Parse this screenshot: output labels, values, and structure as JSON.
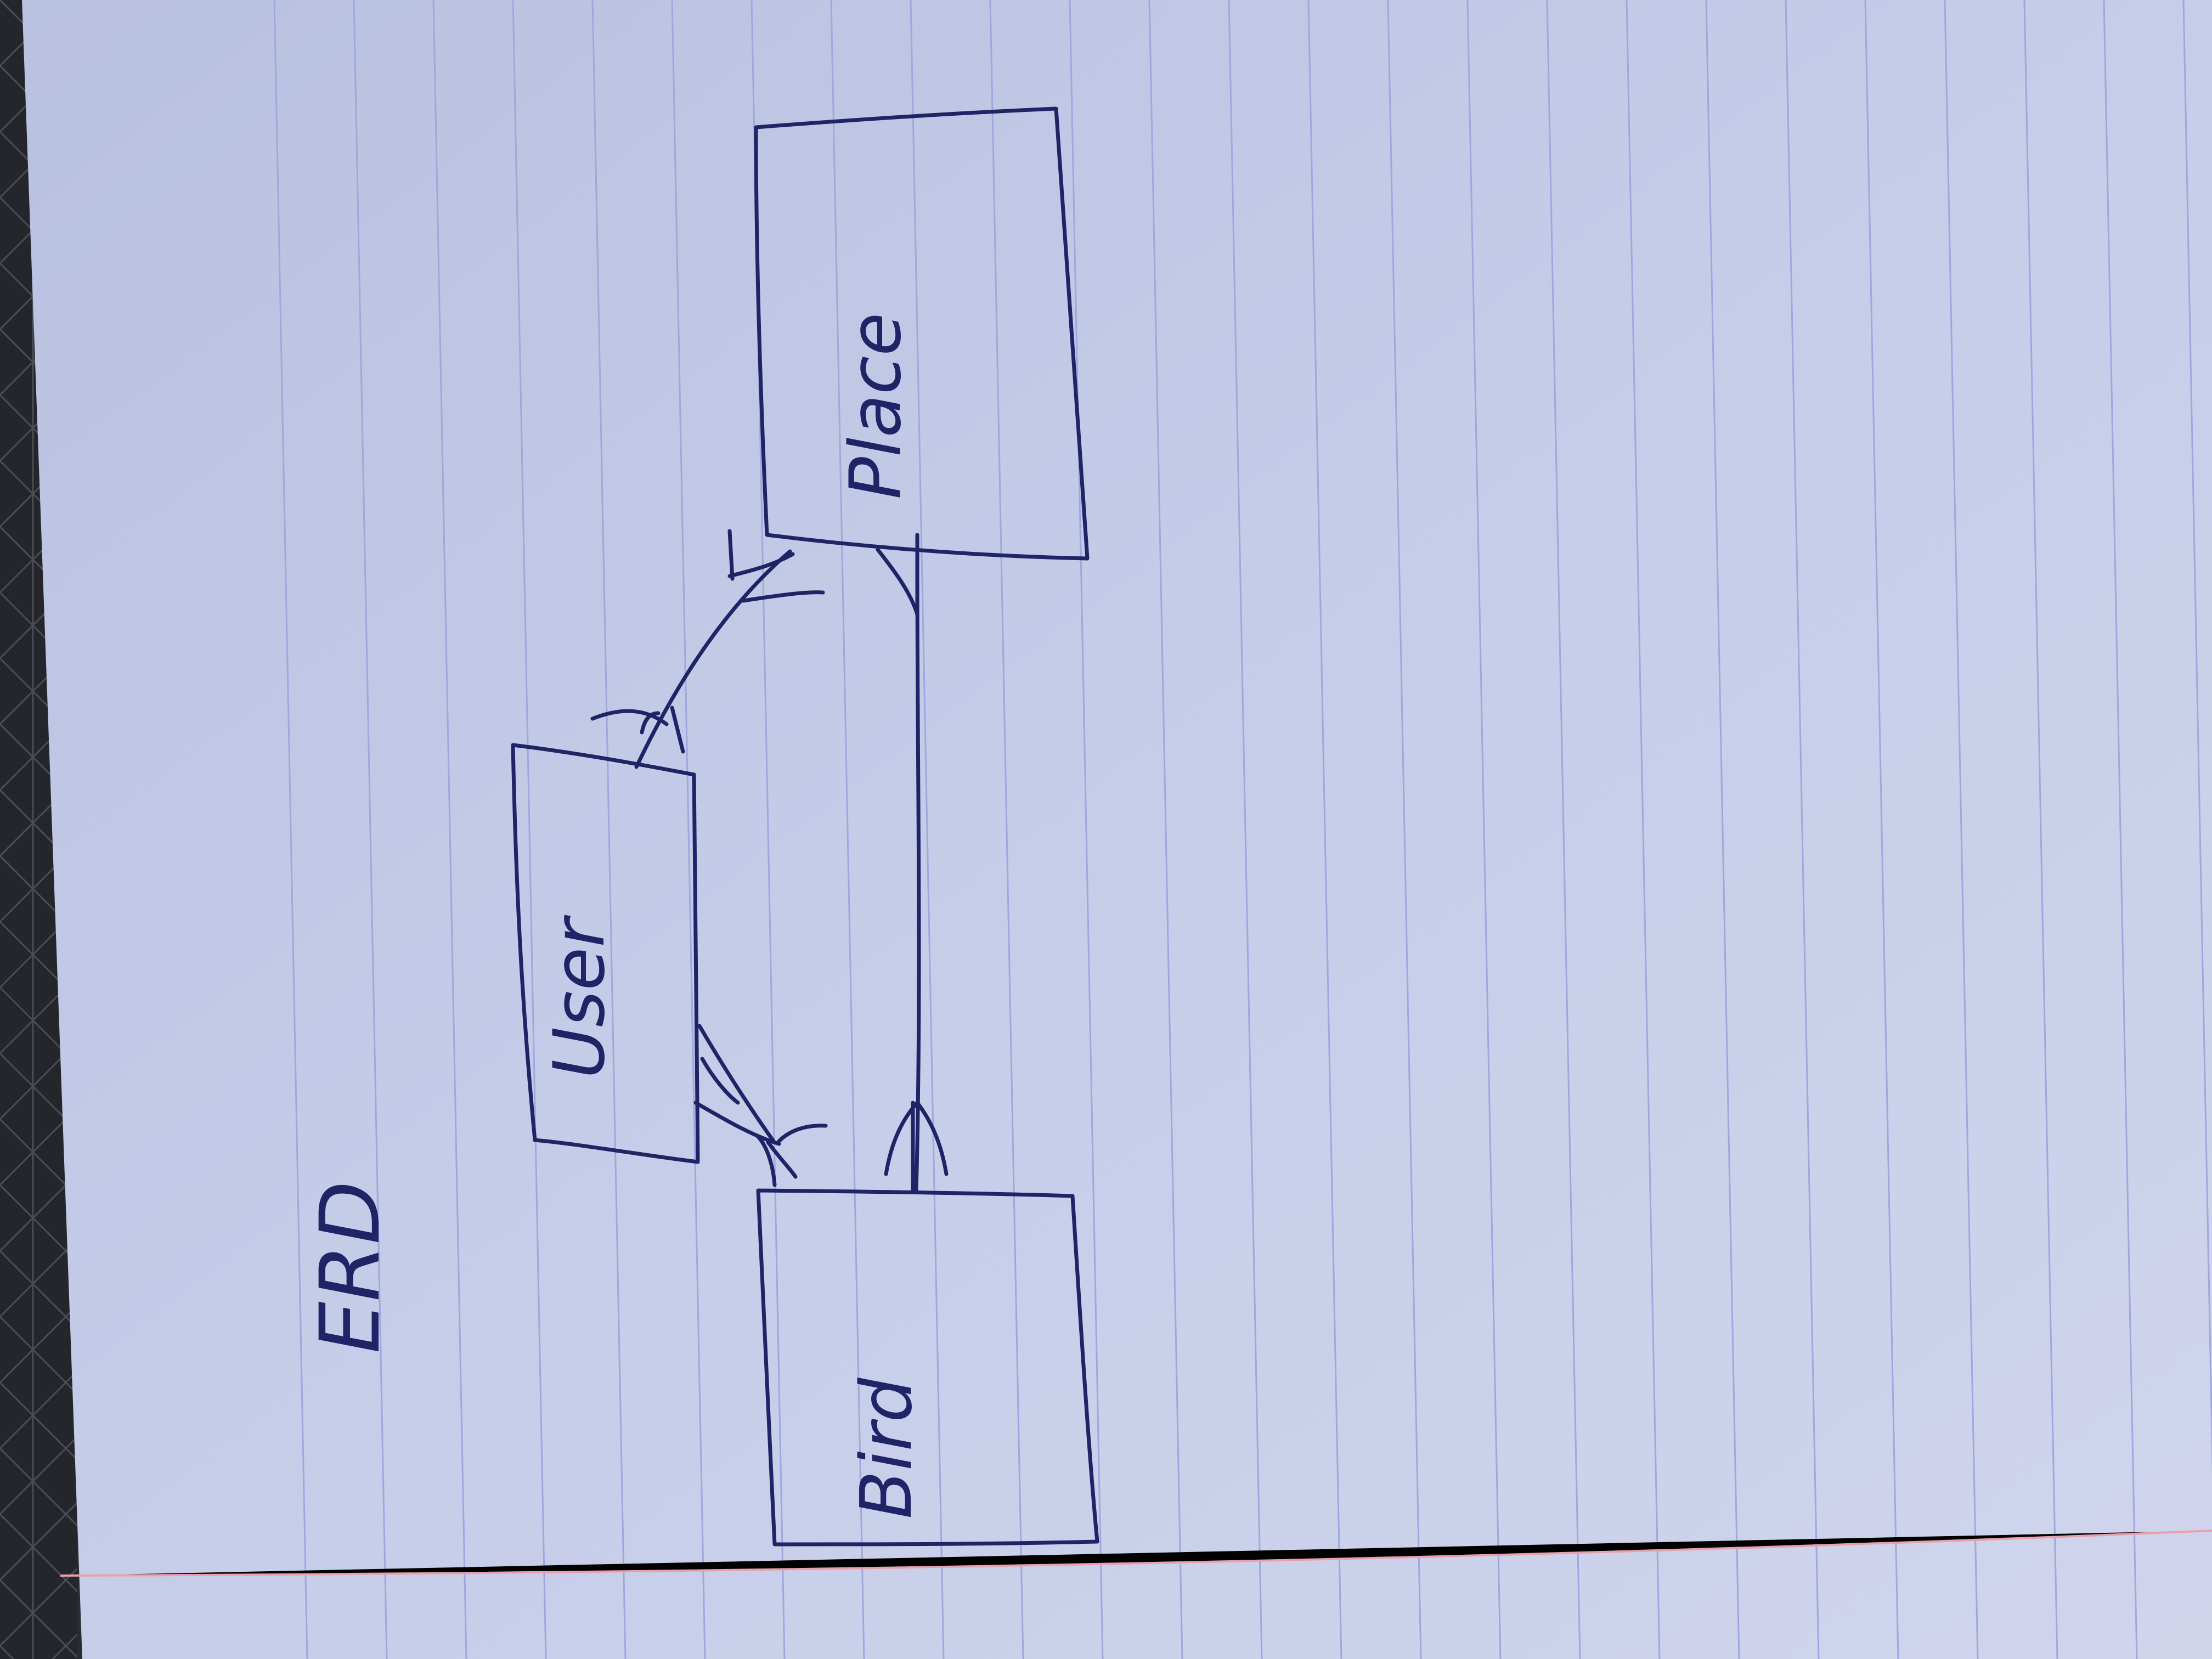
{
  "diagram": {
    "title": "ERD",
    "entities": [
      {
        "id": "user",
        "label": "User"
      },
      {
        "id": "place",
        "label": "Place"
      },
      {
        "id": "bird",
        "label": "Bird"
      }
    ],
    "relationships": [
      {
        "id": "user-place",
        "from": "user",
        "to": "place",
        "from_end": "many",
        "to_end": "many"
      },
      {
        "id": "user-bird",
        "from": "user",
        "to": "bird",
        "from_end": "many",
        "to_end": "many"
      },
      {
        "id": "place-bird",
        "from": "place",
        "to": "bird",
        "from_end": "one-or-many",
        "to_end": "many"
      }
    ]
  },
  "colors": {
    "paper": "#c4cbe8",
    "ink": "#1e2466",
    "rule_line": "#9ea8de",
    "margin_line": "#e8a0ad",
    "background": "#2a2b31"
  }
}
